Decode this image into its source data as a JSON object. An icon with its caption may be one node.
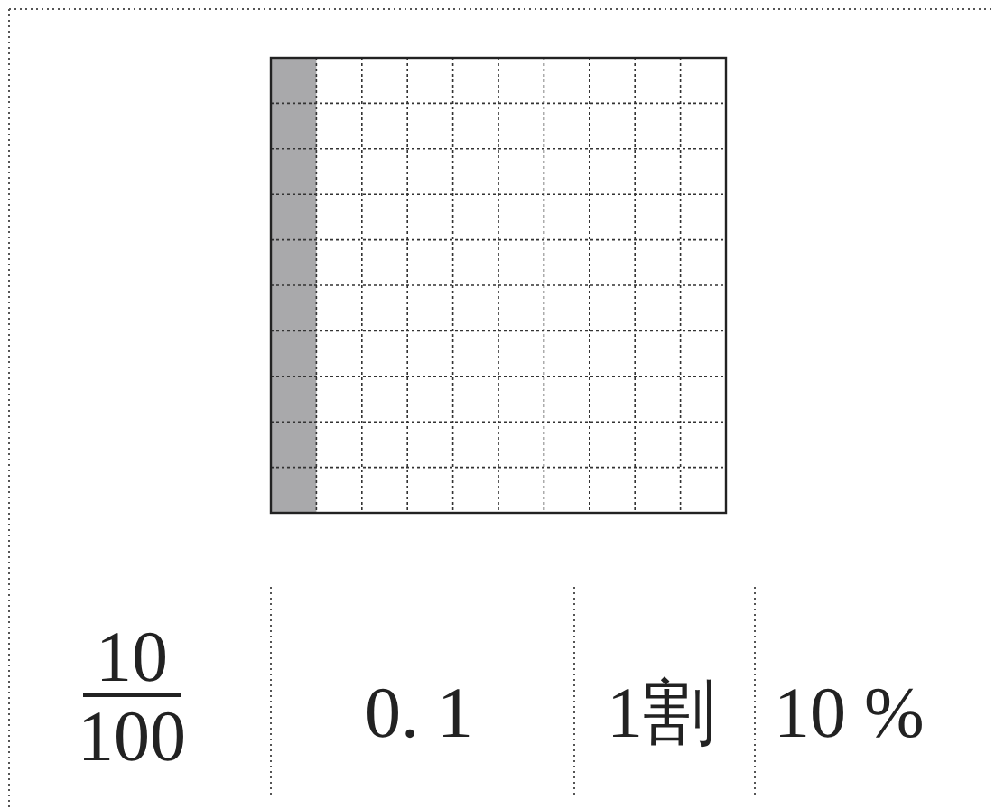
{
  "diagram": {
    "labels": [
      "10",
      "100",
      "0. 1",
      "1割",
      "10 %"
    ]
  }
}
